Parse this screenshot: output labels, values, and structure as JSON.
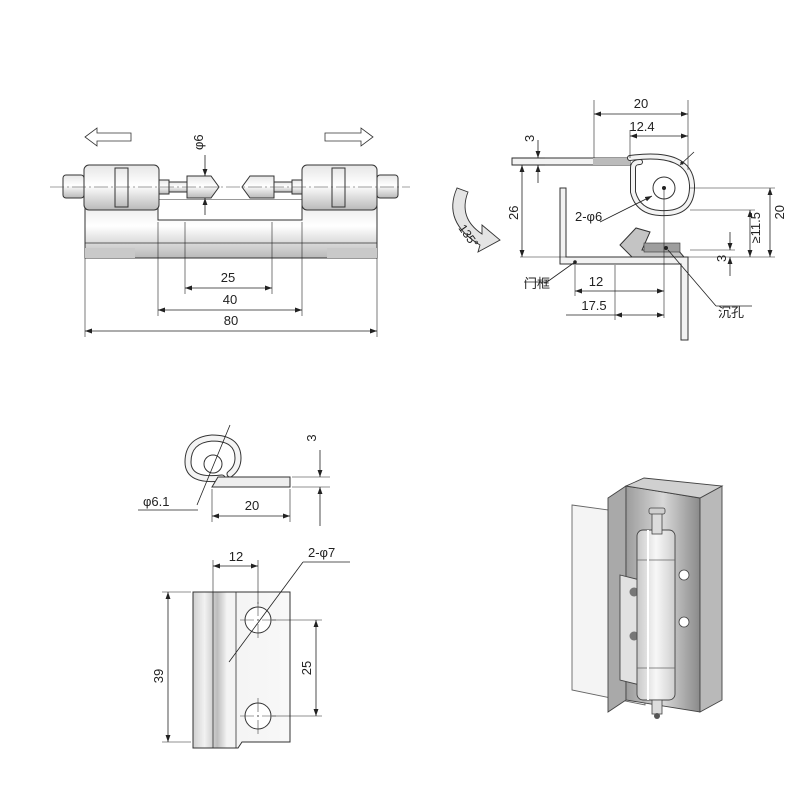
{
  "views": {
    "front": {
      "dims": {
        "pin_dia": "φ6",
        "hole_spacing": "25",
        "inner_length": "40",
        "overall_length": "80"
      }
    },
    "side": {
      "dims": {
        "width": "20",
        "offset": "12.4",
        "thickness": "3",
        "height": "26",
        "holes": "2-φ6",
        "min_dist": "≥11.5",
        "right_height": "20",
        "gap": "3",
        "depth_12": "12",
        "depth_17_5": "17.5"
      },
      "angle": "135°",
      "labels": {
        "frame": "门框",
        "countersink": "沉孔"
      }
    },
    "knuckle": {
      "dims": {
        "bore": "φ6.1",
        "leaf_length": "20",
        "leaf_thickness": "3"
      }
    },
    "leaf": {
      "dims": {
        "offset": "12",
        "holes": "2-φ7",
        "height": "39",
        "hole_spacing": "25"
      }
    }
  }
}
